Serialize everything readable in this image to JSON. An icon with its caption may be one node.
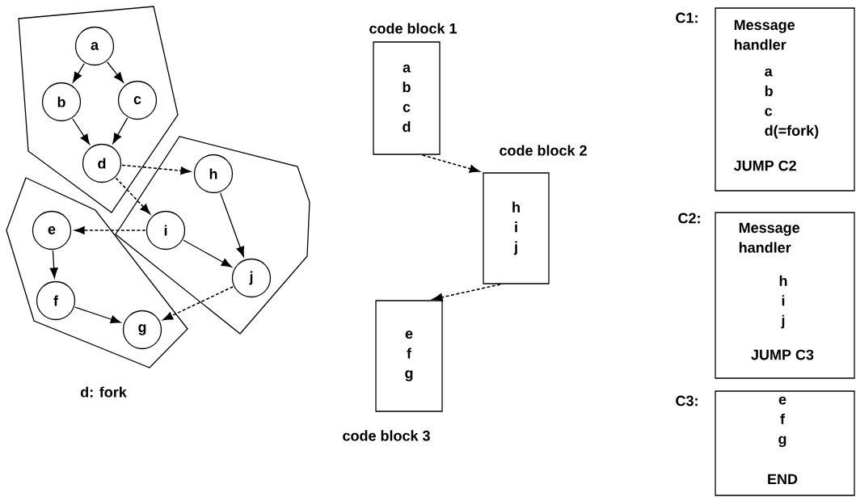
{
  "diagram": {
    "nodes": [
      {
        "text": [],
        "shape": "polygon"
      },
      {
        "text": [
          "a"
        ],
        "in": 0
      },
      {
        "text": [
          "b"
        ],
        "in": 0
      },
      {
        "text": [
          "c"
        ],
        "in": 0
      },
      {
        "text": [
          "d"
        ],
        "in": 0
      },
      {
        "text": [],
        "shape": "polygon"
      },
      {
        "text": [
          "h"
        ],
        "in": 5
      },
      {
        "text": [
          "i"
        ],
        "in": 5
      },
      {
        "text": [
          "j"
        ],
        "in": 5
      },
      {
        "text": [],
        "shape": "polygon"
      },
      {
        "text": [
          "e"
        ],
        "in": 9
      },
      {
        "text": [
          "f"
        ],
        "in": 9
      },
      {
        "text": [
          "g"
        ],
        "in": 9
      },
      {
        "text": [
          "code block 1",
          "a b c d"
        ]
      },
      {
        "text": [
          "code block 2",
          "h i j"
        ]
      },
      {
        "text": [
          "e f g",
          "code block 3"
        ]
      },
      {
        "text": [
          "C1:",
          "Message handler",
          "a b c d(=fork)",
          "JUMP C2"
        ]
      },
      {
        "text": [
          "C2:",
          "Message handler",
          "h i j",
          "JUMP C3"
        ]
      },
      {
        "text": [
          "C3:",
          "e f g",
          "END"
        ]
      }
    ],
    "edges": [
      {
        "from": 1,
        "to": 2,
        "arrow": "to"
      },
      {
        "from": 1,
        "to": 3,
        "arrow": "to"
      },
      {
        "from": 2,
        "to": 4,
        "arrow": "to"
      },
      {
        "from": 3,
        "to": 4,
        "arrow": "to"
      },
      {
        "from": 4,
        "to": 6,
        "arrow": "to",
        "style": "dashed"
      },
      {
        "from": 4,
        "to": 7,
        "arrow": "to",
        "style": "dashed"
      },
      {
        "from": 7,
        "to": 10,
        "arrow": "to",
        "style": "dashed"
      },
      {
        "from": 6,
        "to": 8,
        "arrow": "to"
      },
      {
        "from": 7,
        "to": 8,
        "arrow": "to"
      },
      {
        "from": 10,
        "to": 11,
        "arrow": "to"
      },
      {
        "from": 11,
        "to": 12,
        "arrow": "to"
      },
      {
        "from": 8,
        "to": 12,
        "arrow": "to",
        "style": "dashed"
      },
      {
        "from": 13,
        "to": 14,
        "arrow": "to",
        "style": "dashed"
      },
      {
        "from": 14,
        "to": 15,
        "arrow": "to",
        "style": "dashed"
      }
    ],
    "labels": [
      "d: fork"
    ]
  }
}
